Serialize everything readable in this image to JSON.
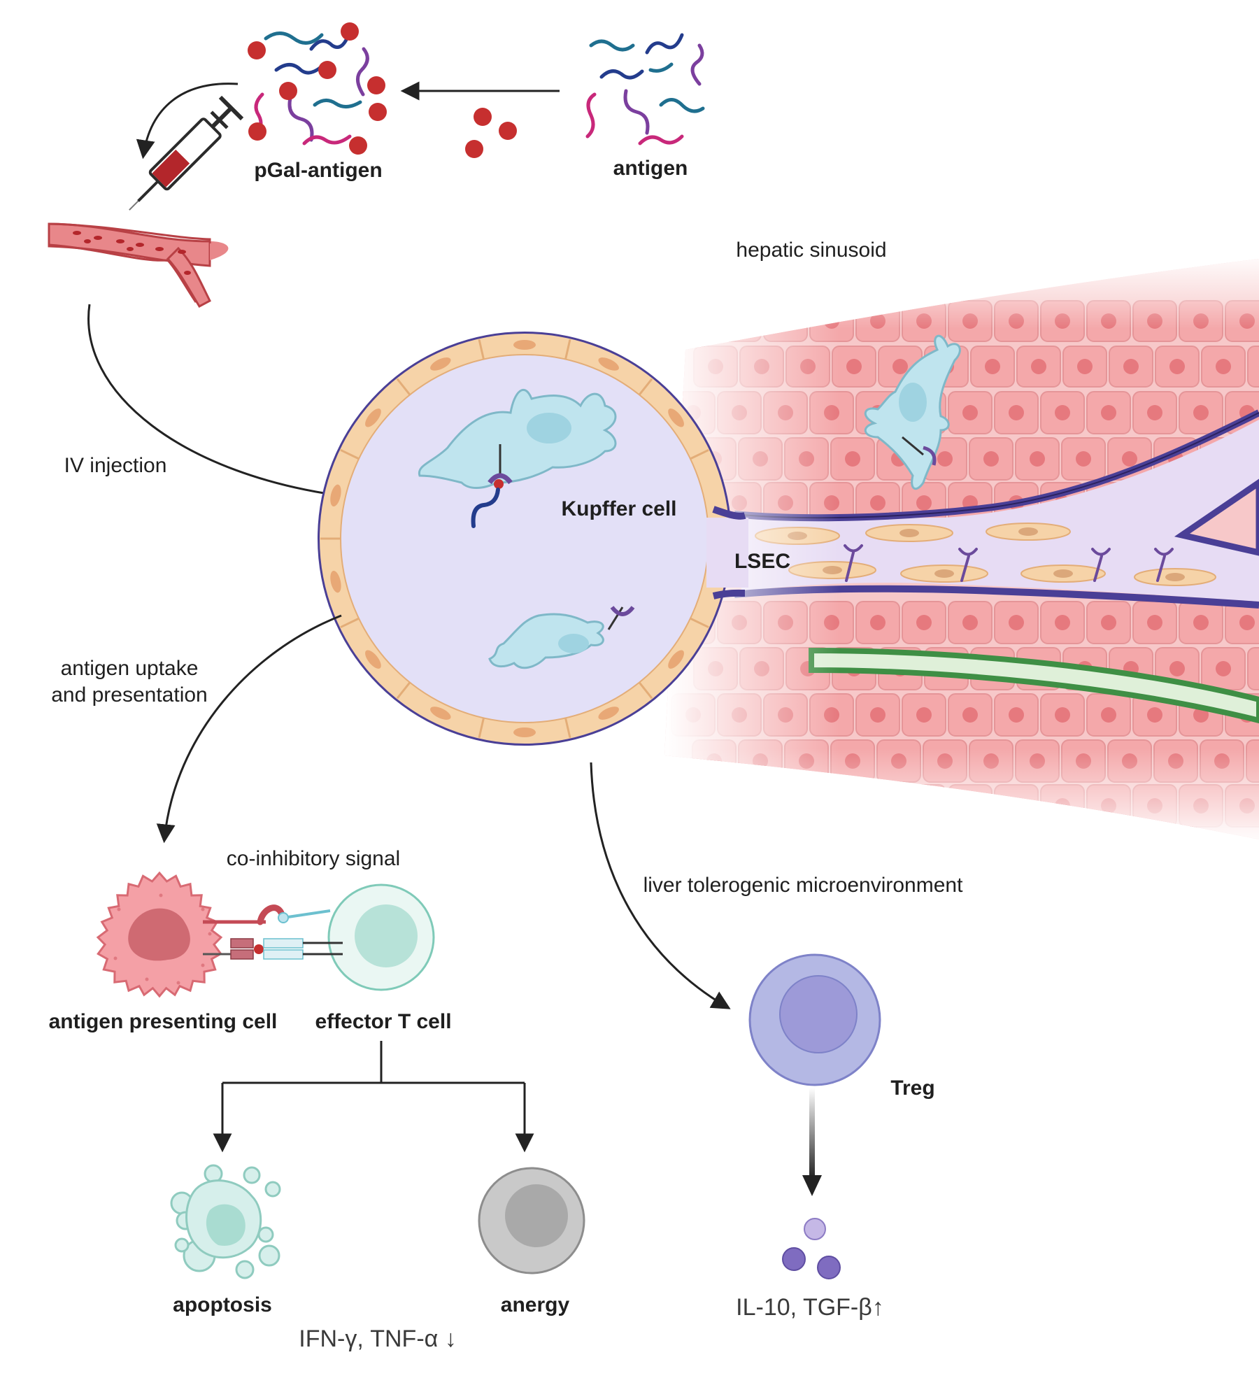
{
  "labels": {
    "antigen": "antigen",
    "pgal_antigen": "pGal-antigen",
    "iv_injection": "IV injection",
    "hepatic_sinusoid": "hepatic sinusoid",
    "kupffer_cell": "Kupffer cell",
    "lsec": "LSEC",
    "antigen_uptake_line1": "antigen uptake",
    "antigen_uptake_line2": "and presentation",
    "co_inhibitory_signal": "co-inhibitory signal",
    "antigen_presenting_cell": "antigen presenting cell",
    "effector_t_cell": "effector T cell",
    "liver_tolerogenic": "liver tolerogenic microenvironment",
    "treg": "Treg",
    "apoptosis": "apoptosis",
    "anergy": "anergy",
    "cytokines_down": "IFN-γ, TNF-α ↓",
    "cytokines_up": "IL-10, TGF-β↑"
  },
  "colors": {
    "pgal_dot": "#c62f2f",
    "strand_teal": "#1f6f8f",
    "strand_navy": "#233c8c",
    "strand_purple": "#7b3f9e",
    "strand_pink": "#c8287a",
    "sinusoid_wall": "#4a3f96",
    "sinusoid_fill": "#e3e0f7",
    "endothelial": "#f6d3a8",
    "hepatocyte": "#f3a0a2",
    "kupffer": "#bfe4ee",
    "apc": "#f08c92",
    "t_cell": "#bfe6df",
    "treg": "#9d9ad8",
    "anergy": "#bdbdbd",
    "bile_duct": "#3f8f45",
    "arrow": "#222222"
  }
}
